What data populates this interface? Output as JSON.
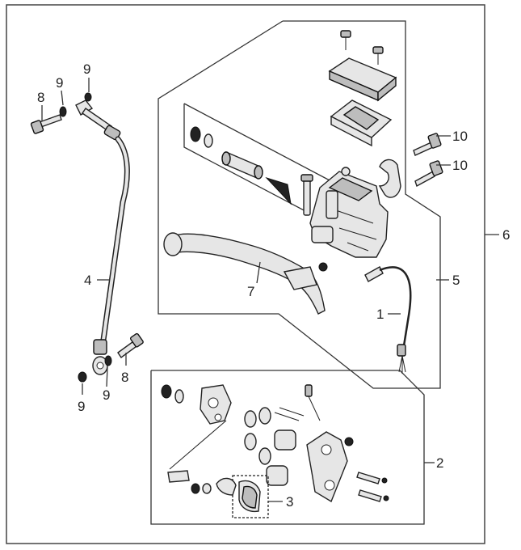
{
  "callouts": {
    "c1": "1",
    "c2": "2",
    "c3": "3",
    "c4": "4",
    "c5": "5",
    "c6": "6",
    "c7": "7",
    "c8a": "8",
    "c8b": "8",
    "c9a": "9",
    "c9b": "9",
    "c9c": "9",
    "c9d": "9",
    "c10a": "10",
    "c10b": "10"
  }
}
